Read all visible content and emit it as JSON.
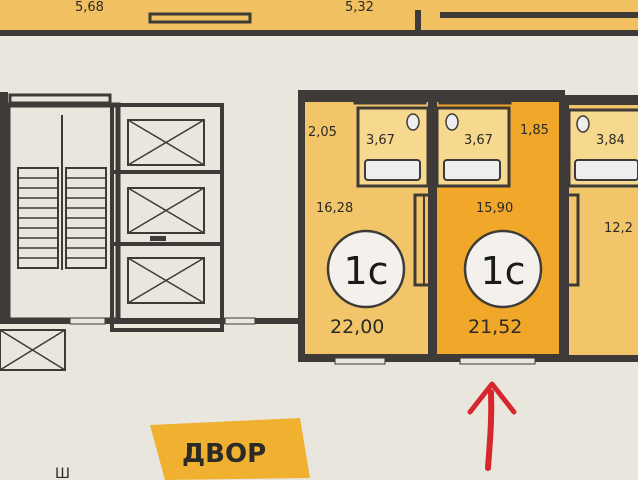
{
  "top_units": {
    "labels": [
      "5,68",
      "5,32"
    ]
  },
  "units": [
    {
      "type": "1с",
      "total_area": "22,00",
      "room_area": "16,28",
      "bath_area": "3,67",
      "hall_area": "2,05",
      "color": "#f2c56a"
    },
    {
      "type": "1с",
      "total_area": "21,52",
      "room_area": "15,90",
      "bath_area": "3,67",
      "hall_area": "1,85",
      "color": "#f0a72a"
    },
    {
      "type": "",
      "total_area": "",
      "room_area": "12,2",
      "bath_area": "3,84",
      "hall_area": "",
      "color": "#f2c56a"
    }
  ],
  "yard": {
    "label": "ДВОР",
    "color": "#f0b030"
  },
  "colors": {
    "wall": "#3d3a37",
    "arrow": "#d8262e",
    "circle_fill": "#f4f1ec"
  }
}
